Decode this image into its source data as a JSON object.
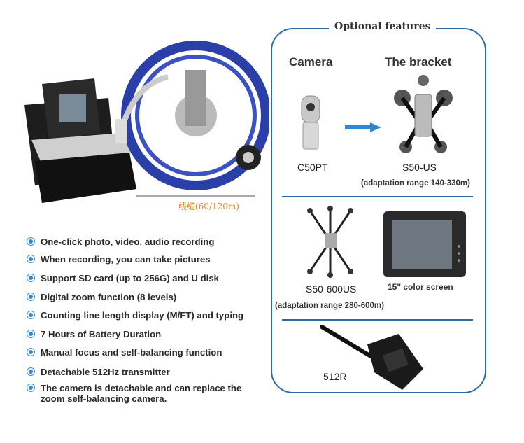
{
  "product_caption": "线缆(60/120m)",
  "features": [
    "One-click photo, video, audio recording",
    "When recording, you can take pictures",
    "Support SD card (up to 256G) and U disk",
    "Digital zoom function (8 levels)",
    "Counting line length display (M/FT) and typing",
    "7 Hours of Battery Duration",
    "Manual focus and self-balancing function",
    "Detachable 512Hz transmitter",
    "The camera is detachable and can replace the zoom self-balancing camera."
  ],
  "optional": {
    "title": "Optional features",
    "camera_header": "Camera",
    "bracket_header": "The bracket",
    "camera_model": "C50PT",
    "bracket_model": "S50-US",
    "bracket_range": "(adaptation range 140-330m)",
    "bracket2_model": "S50-600US",
    "bracket2_range": "(adaptation range 280-600m)",
    "screen_label": "15\" color screen",
    "receiver_model": "512R"
  },
  "colors": {
    "accent": "#2c6aa6",
    "bullet": "#2f86d6",
    "caption": "#e08a1e"
  }
}
